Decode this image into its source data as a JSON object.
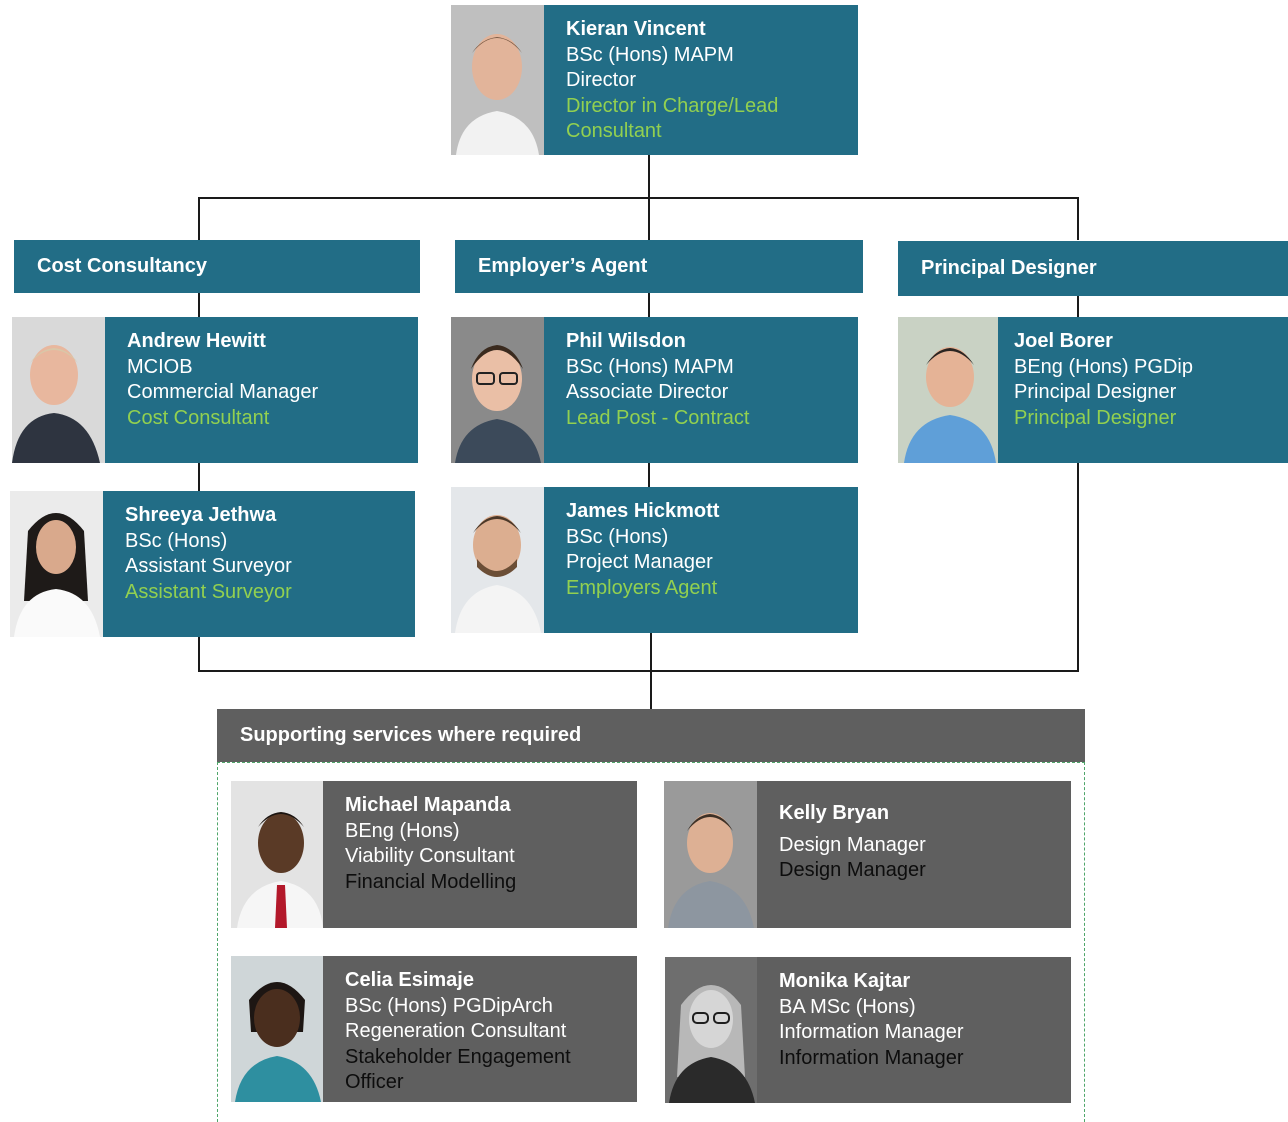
{
  "top": {
    "name": "Kieran Vincent",
    "lines": [
      "BSc (Hons) MAPM",
      "Director"
    ],
    "role": "Director in Charge/Lead Consultant",
    "photo_icon": "person-photo"
  },
  "sections": [
    {
      "header": "Cost Consultancy",
      "people": [
        {
          "name": "Andrew Hewitt",
          "lines": [
            "MCIOB",
            "Commercial Manager"
          ],
          "role": "Cost Consultant"
        },
        {
          "name": "Shreeya Jethwa",
          "lines": [
            "BSc (Hons)",
            "Assistant Surveyor"
          ],
          "role": "Assistant Surveyor"
        }
      ]
    },
    {
      "header": "Employer’s Agent",
      "people": [
        {
          "name": "Phil Wilsdon",
          "lines": [
            "BSc (Hons) MAPM",
            "Associate Director"
          ],
          "role": "Lead Post - Contract"
        },
        {
          "name": "James Hickmott",
          "lines": [
            "BSc (Hons)",
            "Project Manager"
          ],
          "role": "Employers Agent"
        }
      ]
    },
    {
      "header": "Principal Designer",
      "people": [
        {
          "name": "Joel Borer",
          "lines": [
            "BEng (Hons) PGDip",
            "Principal Designer"
          ],
          "role": "Principal Designer"
        }
      ]
    }
  ],
  "supporting": {
    "header": "Supporting services where required",
    "people": [
      {
        "name": "Michael Mapanda",
        "lines": [
          "BEng (Hons)",
          "Viability Consultant"
        ],
        "role": "Financial Modelling"
      },
      {
        "name": "Kelly Bryan",
        "lines": [
          "Design Manager"
        ],
        "role": "Design Manager"
      },
      {
        "name": "Celia Esimaje",
        "lines": [
          "BSc (Hons) PGDipArch",
          "Regeneration Consultant"
        ],
        "role": "Stakeholder Engagement Officer"
      },
      {
        "name": "Monika Kajtar",
        "lines": [
          "BA MSc (Hons)",
          "Information Manager"
        ],
        "role": "Information Manager"
      }
    ]
  },
  "colors": {
    "teal": "#226d86",
    "grey": "#5f5f5f",
    "green_role": "#92d050",
    "dashed_border": "#4fa66a"
  }
}
